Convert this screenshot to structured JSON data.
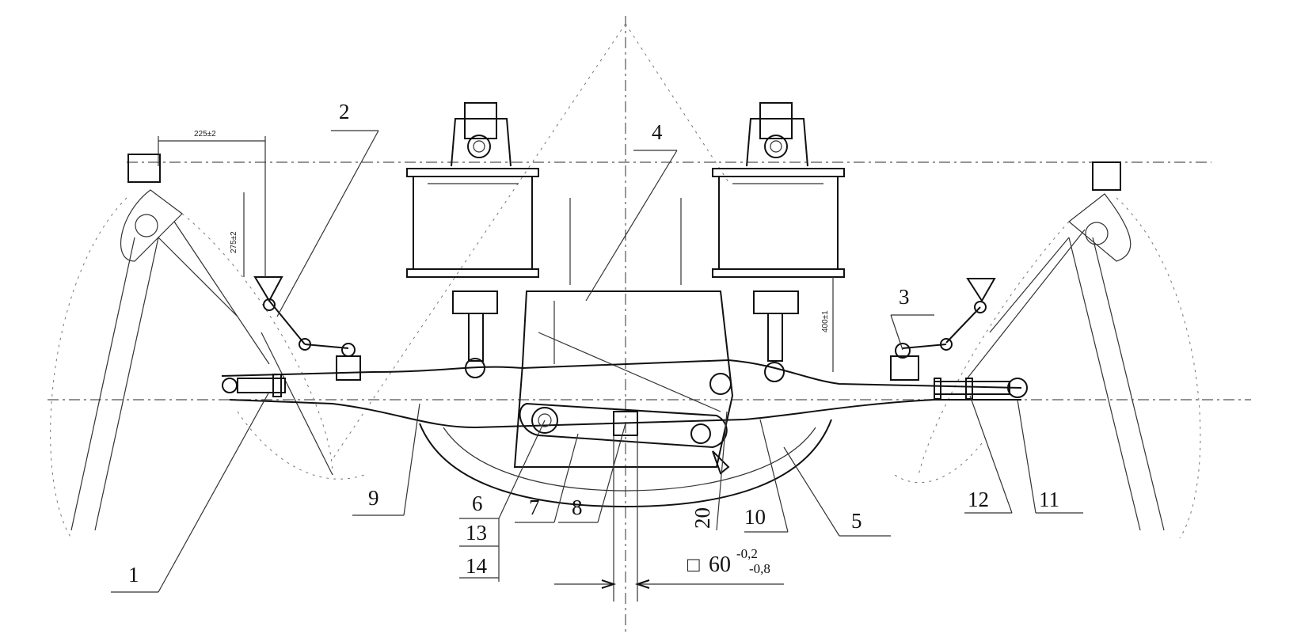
{
  "callouts": [
    "1",
    "2",
    "3",
    "4",
    "5",
    "6",
    "7",
    "8",
    "9",
    "10",
    "11",
    "12",
    "13",
    "14",
    "20"
  ],
  "dimensions": {
    "top_small": "225±2",
    "vertical_small": "275±2",
    "right_vertical": "400±1"
  },
  "tolerance": {
    "symbol": "□",
    "nominal": "60",
    "upper": "-0,2",
    "lower": "-0,8"
  }
}
